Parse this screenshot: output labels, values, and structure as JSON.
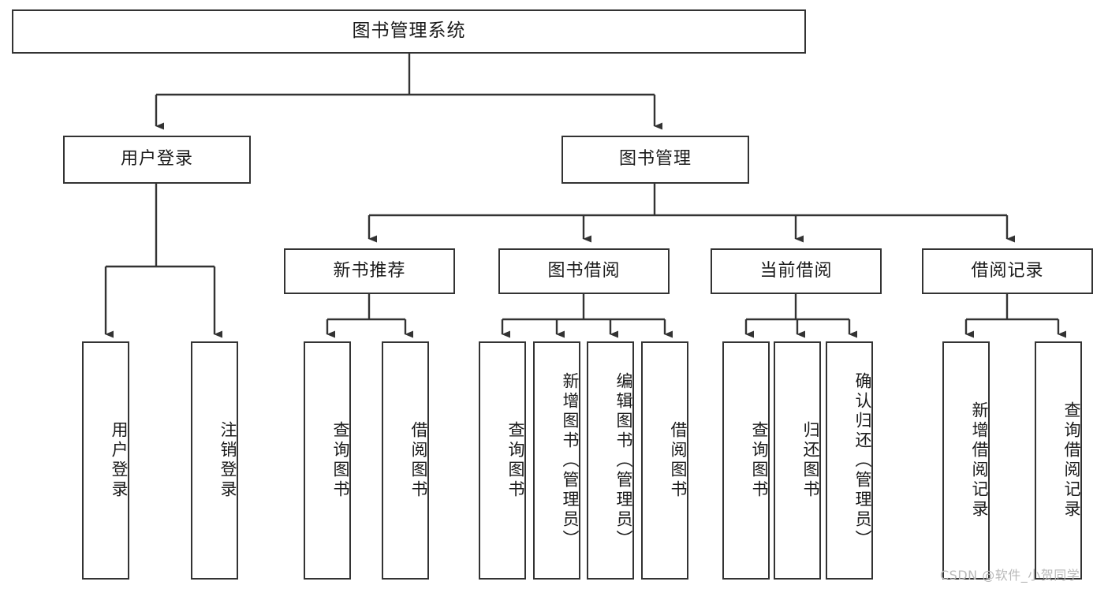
{
  "diagram": {
    "title": "图书管理系统",
    "watermark": "CSDN @软件_小贺同学",
    "level1": [
      {
        "id": "user-login",
        "label": "用户登录"
      },
      {
        "id": "book-management",
        "label": "图书管理"
      }
    ],
    "level2": [
      {
        "id": "new-book-recommend",
        "label": "新书推荐"
      },
      {
        "id": "book-borrow",
        "label": "图书借阅"
      },
      {
        "id": "current-borrow",
        "label": "当前借阅"
      },
      {
        "id": "borrow-record",
        "label": "借阅记录"
      }
    ],
    "leaves": {
      "user_login": [
        {
          "id": "leaf-user-login",
          "label": "用户登录"
        },
        {
          "id": "leaf-logout-login",
          "label": "注销登录"
        }
      ],
      "new_book_recommend": [
        {
          "id": "leaf-query-book-1",
          "label": "查询图书"
        },
        {
          "id": "leaf-borrow-book-1",
          "label": "借阅图书"
        }
      ],
      "book_borrow": [
        {
          "id": "leaf-query-book-2",
          "label": "查询图书"
        },
        {
          "id": "leaf-add-book",
          "label": "新增图书（管理员）"
        },
        {
          "id": "leaf-edit-book",
          "label": "编辑图书（管理员）"
        },
        {
          "id": "leaf-borrow-book-2",
          "label": "借阅图书"
        }
      ],
      "current_borrow": [
        {
          "id": "leaf-query-book-3",
          "label": "查询图书"
        },
        {
          "id": "leaf-return-book",
          "label": "归还图书"
        },
        {
          "id": "leaf-confirm-return",
          "label": "确认归还（管理员）"
        }
      ],
      "borrow_record": [
        {
          "id": "leaf-add-record",
          "label": "新增借阅记录"
        },
        {
          "id": "leaf-query-record",
          "label": "查询借阅记录"
        }
      ]
    },
    "colors": {
      "stroke": "#333333",
      "background": "#ffffff",
      "text": "#1a1a1a",
      "watermark": "#b9b9b9"
    }
  }
}
